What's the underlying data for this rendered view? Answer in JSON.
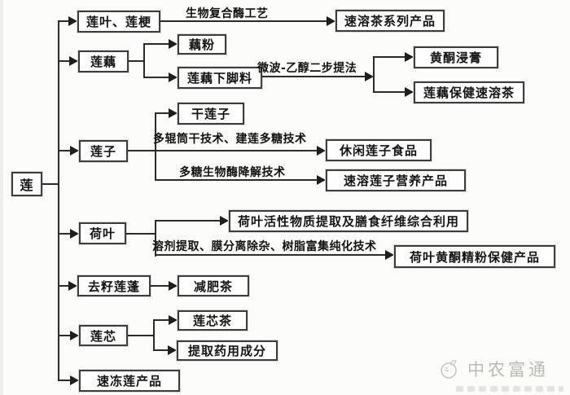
{
  "diagram": {
    "root": {
      "label": "莲"
    },
    "level1": {
      "lianye_liangeng": "莲叶、莲梗",
      "lianou": "莲藕",
      "lianzi": "莲子",
      "heye": "荷叶",
      "quzi_lianpeng": "去籽莲蓬",
      "lianxin": "莲芯",
      "sudong_lian_chanpin": "速冻莲产品"
    },
    "level2": {
      "oufen": "藕粉",
      "lianou_xiajiaoliao": "莲藕下脚料",
      "gan_lianzi": "干莲子",
      "heye_huoxing_liyong": "荷叶活性物质提取及膳食纤维综合利用",
      "jianfei_cha": "减肥茶",
      "lianxin_cha": "莲芯茶",
      "tiqu_yaoyong_chengfen": "提取药用成分"
    },
    "level3": {
      "surong_cha_xilie": "速溶茶系列产品",
      "huangtong_jingao": "黄酮浸膏",
      "lianou_baojian_surong_cha": "莲藕保健速溶茶",
      "xiuxian_lianzi_shipin": "休闲莲子食品",
      "surong_lianzi_yingyang": "速溶莲子营养产品",
      "heye_huangtong_baojian": "荷叶黄酮精粉保健产品"
    },
    "process_labels": {
      "shengwu_fuhe_mei": "生物复合酶工艺",
      "weibo_yichun": "微波-乙醇二步提法",
      "duogun_jianlian": "多辊筒干技术、建莲多糖技术",
      "duotang_jiangjie": "多糖生物酶降解技术",
      "rongji_shuzhi": "溶剂提取、膜分离除杂、树脂富集纯化技术"
    },
    "line_color": "#2b2b2b",
    "box_border_color": "#3d3d3d",
    "background_color": "#fcfcfa"
  },
  "watermark": {
    "brand": "中农富通",
    "color": "#bcb9b4"
  }
}
